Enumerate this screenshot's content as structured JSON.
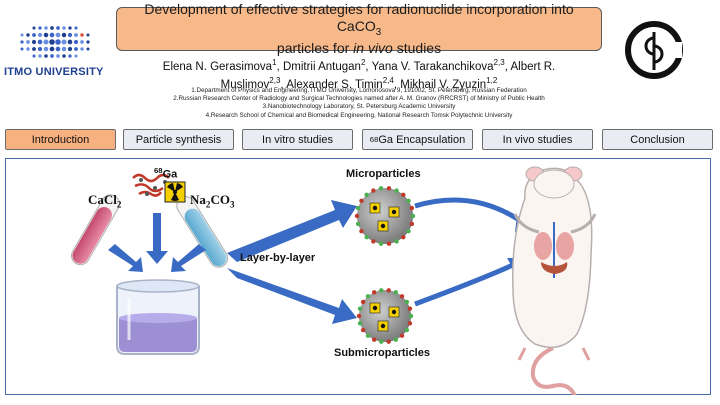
{
  "title": {
    "prefix": "Development of effective strategies for radionuclide incorporation into CaCO",
    "sub": "3",
    "line2_prefix": "particles for ",
    "line2_italic": "in vivo",
    "line2_suffix": " studies"
  },
  "logo": {
    "text": "ITMO UNIVERSITY",
    "brand_color": "#1f3f8f"
  },
  "authors": [
    {
      "name": "Elena N. Gerasimova",
      "sup": "1",
      "sep": ", "
    },
    {
      "name": "Dmitrii Antugan",
      "sup": "2",
      "sep": ", "
    },
    {
      "name": "Yana V. Tarakanchikova",
      "sup": "2,3",
      "sep": ", "
    },
    {
      "name": "Albert R. Muslimov",
      "sup": "2,3",
      "sep": ", "
    },
    {
      "name": "Alexander S. Timin",
      "sup": "2,4",
      "sep": ", "
    },
    {
      "name": "Mikhail V. Zyuzin",
      "sup": "1,2",
      "sep": ""
    }
  ],
  "affiliations": [
    "1.Department of Physics and Engineering, ITMO University, Lomonosova 9, 191002, St. Petersburg, Russian Federation",
    "2.Russian Research Center of Radiology and Surgical Technologies named after A. M. Granov (RRCRST) of Ministry of Public Health",
    "3.Nanobiotechnology Laboratory, St. Petersburg Academic University",
    "4.Research School of Chemical and Biomedical Engineering, National Research Tomsk Polytechnic University"
  ],
  "tabs": [
    {
      "label": "Introduction",
      "active": true
    },
    {
      "label": "Particle synthesis",
      "active": false
    },
    {
      "label": "In vitro studies",
      "active": false
    },
    {
      "label_sup": "68",
      "label": "Ga Encapsulation",
      "active": false
    },
    {
      "label": "In vivo studies",
      "active": false
    },
    {
      "label": "Conclusion",
      "active": false
    }
  ],
  "diagram": {
    "cacl": "CaCl",
    "cacl_sub": "2",
    "naco": "Na",
    "naco_sub1": "2",
    "naco_mid": "CO",
    "naco_sub2": "3",
    "ga_sup": "68",
    "ga": "Ga",
    "microparticles": "Microparticles",
    "submicroparticles": "Submicroparticles",
    "layer_by_layer": "Layer-by-layer"
  },
  "colors": {
    "accent": "#f7b07f",
    "tab_bg": "#e9edf3",
    "panel_border": "#4a6ba5",
    "arrow_blue": "#3a6bc4"
  }
}
